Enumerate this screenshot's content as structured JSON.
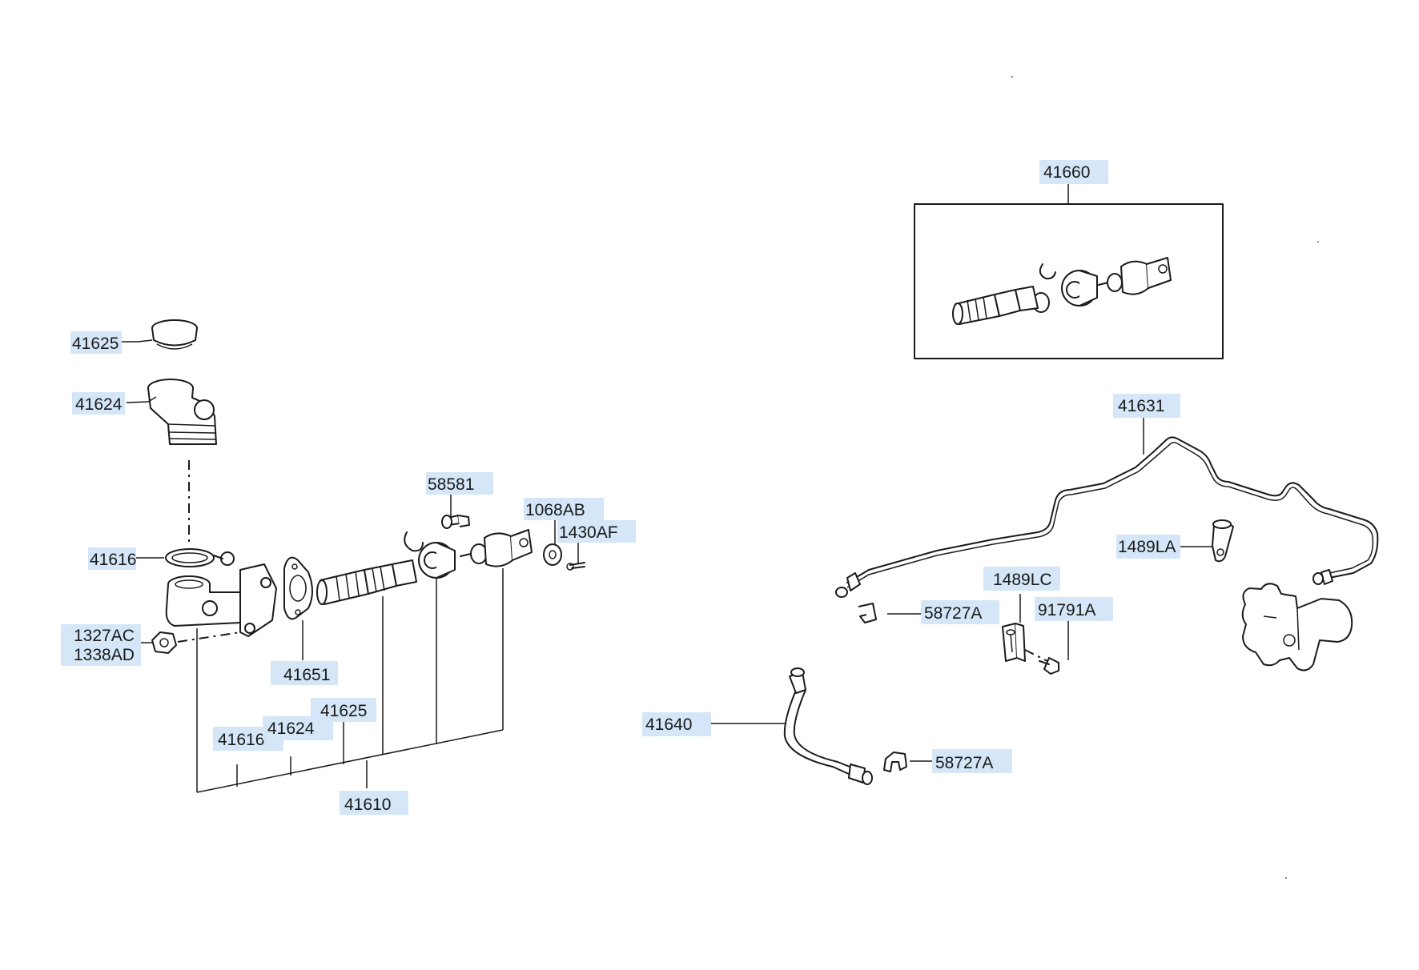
{
  "labels": {
    "l41625_top": "41625",
    "l41624_top": "41624",
    "l41616_side": "41616",
    "l1327AC": "1327AC",
    "l1338AD": "1338AD",
    "l41651": "41651",
    "l58581": "58581",
    "l1068AB": "1068AB",
    "l1430AF": "1430AF",
    "l41616_bottom": "41616",
    "l41624_bottom": "41624",
    "l41625_bottom": "41625",
    "l41610": "41610",
    "l41660": "41660",
    "l41631": "41631",
    "l1489LA": "1489LA",
    "l1489LC": "1489LC",
    "l58727A_upper": "58727A",
    "l91791A": "91791A",
    "l41640": "41640",
    "l58727A_lower": "58727A"
  },
  "colors": {
    "label_highlight": "#d4e6f7",
    "line": "#1a1a1a",
    "background": "#ffffff"
  }
}
